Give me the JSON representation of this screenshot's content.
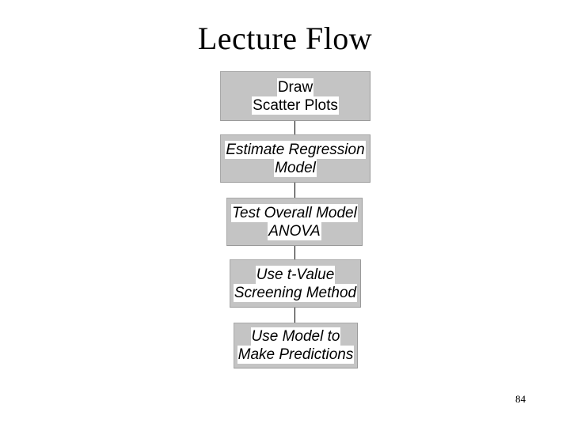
{
  "slide": {
    "title": "Lecture Flow",
    "page_number": "84",
    "background_color": "#ffffff",
    "node_fill_color": "#c4c4c4",
    "node_border_color": "#a8a8a8",
    "text_highlight_color": "#ffffff",
    "connector_color": "#000000"
  },
  "flow": {
    "nodes": [
      {
        "id": "draw-scatter-plots",
        "line1": "Draw",
        "line2": "Scatter Plots",
        "style": "upright"
      },
      {
        "id": "estimate-regression-model",
        "line1": "Estimate Regression",
        "line2": "Model",
        "style": "italic"
      },
      {
        "id": "test-overall-model-anova",
        "line1": "Test Overall Model",
        "line2": "ANOVA",
        "style": "italic"
      },
      {
        "id": "use-t-value-screening-method",
        "line1": "Use t-Value",
        "line2": "Screening Method",
        "style": "italic"
      },
      {
        "id": "use-model-to-make-predictions",
        "line1": "Use Model to",
        "line2": "Make Predictions",
        "style": "italic"
      }
    ]
  }
}
